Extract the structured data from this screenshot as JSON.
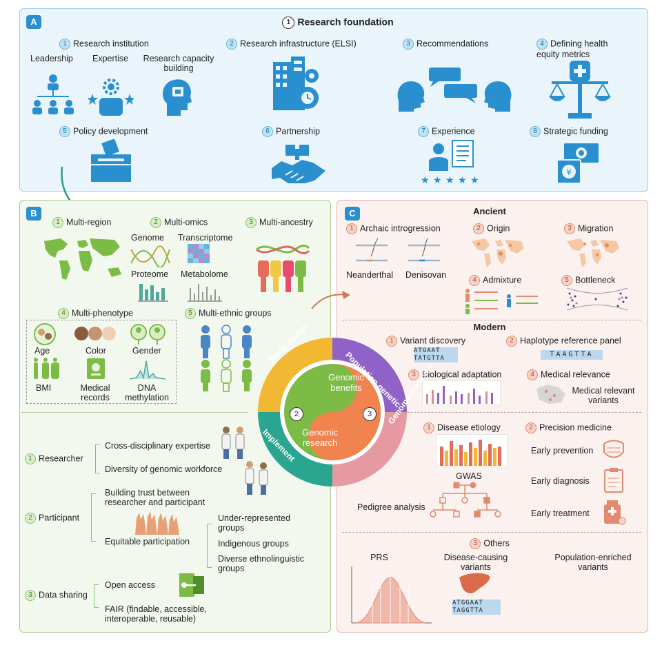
{
  "colors": {
    "blue": "#2a8fcf",
    "green": "#7cbb45",
    "orange": "#f0834e",
    "yellow": "#f2b733",
    "purple": "#8e62c6",
    "pink": "#e59aa2",
    "teal": "#2aa58f"
  },
  "panelA": {
    "letter": "A",
    "title_num": "1",
    "title": "Research foundation",
    "items": [
      {
        "num": "1",
        "label": "Research institution"
      },
      {
        "num": "2",
        "label": "Research infrastructure (ELSI)"
      },
      {
        "num": "3",
        "label": "Recommendations"
      },
      {
        "num": "4",
        "label": "Defining health equity metrics"
      },
      {
        "num": "5",
        "label": "Policy development"
      },
      {
        "num": "6",
        "label": "Partnership"
      },
      {
        "num": "7",
        "label": "Experience"
      },
      {
        "num": "8",
        "label": "Strategic funding"
      }
    ],
    "sub": [
      "Leadership",
      "Expertise",
      "Research capacity building"
    ]
  },
  "panelB": {
    "letter": "B",
    "top": [
      {
        "num": "1",
        "label": "Multi-region"
      },
      {
        "num": "2",
        "label": "Multi-omics"
      },
      {
        "num": "3",
        "label": "Multi-ancestry"
      },
      {
        "num": "4",
        "label": "Multi-phenotype"
      },
      {
        "num": "5",
        "label": "Multi-ethnic groups"
      }
    ],
    "omics": [
      "Genome",
      "Transcriptome",
      "Proteome",
      "Metabolome"
    ],
    "phenotypes": [
      "Age",
      "Color",
      "Gender",
      "BMI",
      "Medical records",
      "DNA methylation"
    ],
    "researcher": {
      "num": "1",
      "label": "Researcher",
      "items": [
        "Cross-disciplinary expertise",
        "Diversity of genomic workforce"
      ]
    },
    "participant": {
      "num": "2",
      "label": "Participant",
      "items": [
        "Building trust between researcher and participant",
        "Equitable participation"
      ],
      "groups": [
        "Under-represented groups",
        "Indigenous groups",
        "Diverse ethnolinguistic groups"
      ]
    },
    "sharing": {
      "num": "3",
      "label": "Data sharing",
      "items": [
        "Open access",
        "FAIR (findable, accessible, interoperable, reusable)"
      ]
    }
  },
  "center": {
    "ring": [
      "Study design",
      "Population genetic",
      "Genome medicine",
      "Implement"
    ],
    "benefits": "Genomic benefits",
    "research": "Genomic research",
    "n2": "2",
    "n3": "3"
  },
  "panelC": {
    "letter": "C",
    "ancient": {
      "title": "Ancient",
      "items": [
        {
          "num": "1",
          "label": "Archaic introgression"
        },
        {
          "num": "2",
          "label": "Origin"
        },
        {
          "num": "3",
          "label": "Migration"
        },
        {
          "num": "4",
          "label": "Admixture"
        },
        {
          "num": "5",
          "label": "Bottleneck"
        }
      ],
      "hominins": [
        "Neanderthal",
        "Denisovan"
      ]
    },
    "modern": {
      "title": "Modern",
      "items": [
        {
          "num": "1",
          "label": "Variant discovery"
        },
        {
          "num": "2",
          "label": "Haplotype reference panel"
        },
        {
          "num": "3",
          "label": "Biological adaptation"
        },
        {
          "num": "4",
          "label": "Medical relevance"
        }
      ],
      "medical_variants": "Medical relevant variants",
      "seq1": "ATGAAT",
      "seq2": "TATGTTA",
      "seq3": "TAAGTTA"
    },
    "medicine": {
      "items": [
        {
          "num": "1",
          "label": "Disease etiology"
        },
        {
          "num": "2",
          "label": "Precision medicine"
        }
      ],
      "gwas": "GWAS",
      "pedigree": "Pedigree analysis",
      "precision": [
        "Early prevention",
        "Early diagnosis",
        "Early treatment"
      ]
    },
    "others": {
      "num": "3",
      "title": "Others",
      "items": [
        "PRS",
        "Disease-causing variants",
        "Population-enriched variants"
      ],
      "seq1": "ATGGAAT",
      "seq2": "TAGGTTA"
    }
  }
}
